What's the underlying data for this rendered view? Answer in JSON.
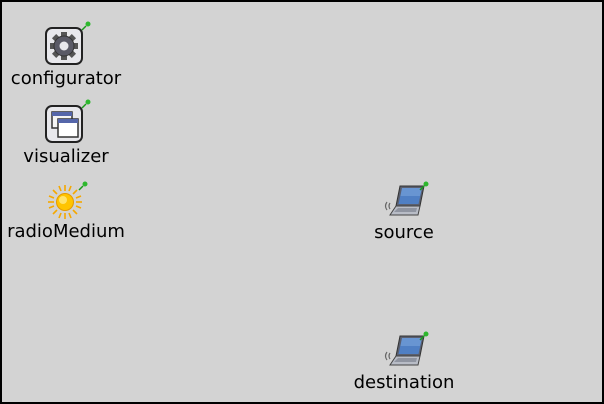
{
  "nodes": {
    "configurator": {
      "label": "configurator",
      "icon": "gear-icon"
    },
    "visualizer": {
      "label": "visualizer",
      "icon": "windows-icon"
    },
    "radioMedium": {
      "label": "radioMedium",
      "icon": "sun-icon"
    },
    "source": {
      "label": "source",
      "icon": "laptop-icon"
    },
    "destination": {
      "label": "destination",
      "icon": "laptop-icon"
    }
  },
  "colors": {
    "canvas_bg": "#d3d3d3",
    "border": "#000000",
    "pin": "#1a9a1a"
  }
}
